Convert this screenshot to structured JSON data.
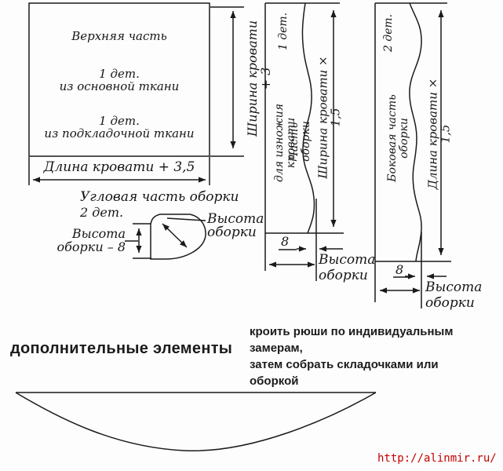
{
  "page": {
    "background": "#fdfdfd",
    "line_color": "#1a1a1a",
    "url_color": "#c40000"
  },
  "top_panel": {
    "title": "Верхняя часть",
    "piece1_qty": "1 дет.",
    "piece1_fabric": "из основной ткани",
    "piece2_qty": "1 дет.",
    "piece2_fabric": "из подкладочной ткани",
    "bottom_dimension": "Длина кровати + 3,5",
    "right_dimension": "Ширина кровати + 3"
  },
  "corner_piece": {
    "title": "Угловая часть оборки",
    "qty": "2 дет.",
    "left_dimension": "Высота\nоборки – 8",
    "right_dimension": "Высота\nоборки"
  },
  "foot_strip": {
    "qty": "1 дет.",
    "name_line1": "Часть оборки",
    "name_line2": "для изножия кровати",
    "length_dimension": "Ширина кровати × 1,5",
    "hem_value": "8",
    "height_dimension": "Высота\nоборки"
  },
  "side_strip": {
    "qty": "2 дет.",
    "name": "Боковая часть оборки",
    "length_dimension": "Длина кровати × 1,5",
    "hem_value": "8",
    "height_dimension": "Высота\nоборки"
  },
  "extras": {
    "title": "дополнительные элементы",
    "instructions": "кроить рюши по индивидуальным\nзамерам,\nзатем собрать складочками или\nоборкой"
  },
  "footer": {
    "url": "http://alinmir.ru/"
  }
}
